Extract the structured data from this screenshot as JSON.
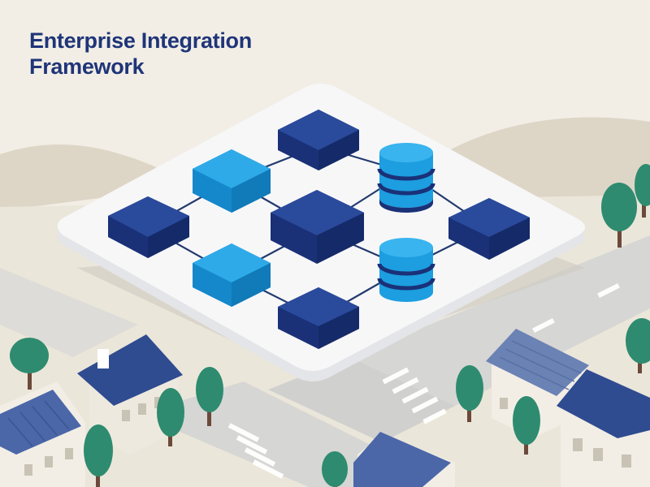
{
  "title": {
    "line1": "Enterprise Integration",
    "line2": "Framework"
  },
  "colors": {
    "background": "#f2eee6",
    "hills": "#ddd6c7",
    "road": "#d7d7d5",
    "platform": "#f7f7f8",
    "navy_block": "#22408f",
    "light_block": "#1c9ee0",
    "connector": "#233a6e",
    "tree": "#2e8b6f",
    "roof": "#4b67a8"
  },
  "diagram": {
    "nodes": [
      {
        "id": "top",
        "kind": "navy-block"
      },
      {
        "id": "mid-left-upper",
        "kind": "light-block"
      },
      {
        "id": "left",
        "kind": "navy-block"
      },
      {
        "id": "center",
        "kind": "navy-block"
      },
      {
        "id": "mid-left-lower",
        "kind": "light-block"
      },
      {
        "id": "bottom",
        "kind": "navy-block"
      },
      {
        "id": "right",
        "kind": "navy-block"
      },
      {
        "id": "db-upper",
        "kind": "database"
      },
      {
        "id": "db-lower",
        "kind": "database"
      }
    ],
    "edges": [
      [
        "top",
        "mid-left-upper"
      ],
      [
        "top",
        "db-upper"
      ],
      [
        "mid-left-upper",
        "left"
      ],
      [
        "mid-left-upper",
        "center"
      ],
      [
        "left",
        "mid-left-lower"
      ],
      [
        "center",
        "db-upper"
      ],
      [
        "center",
        "mid-left-lower"
      ],
      [
        "center",
        "db-lower"
      ],
      [
        "db-upper",
        "right"
      ],
      [
        "right",
        "db-lower"
      ],
      [
        "mid-left-lower",
        "bottom"
      ],
      [
        "db-lower",
        "bottom"
      ]
    ]
  }
}
